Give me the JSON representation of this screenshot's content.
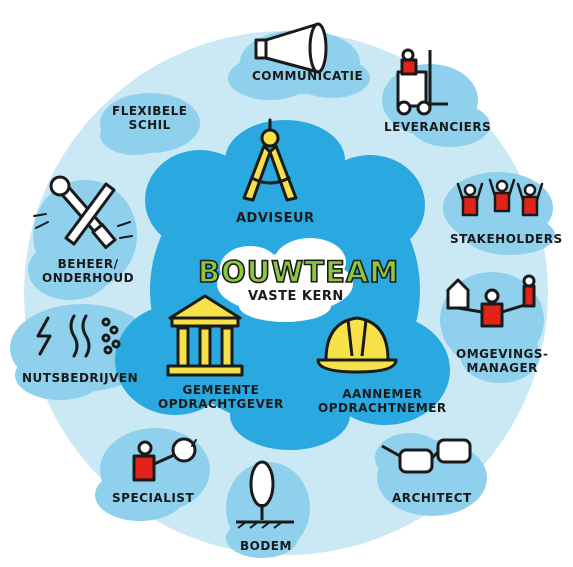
{
  "center": {
    "title": "BOUWTEAM",
    "subtitle": "VASTE KERN",
    "core": {
      "adviseur": "ADVISEUR",
      "opdrachtgever": [
        "GEMEENTE",
        "OPDRACHTGEVER"
      ],
      "opdrachtnemer": [
        "AANNEMER",
        "OPDRACHTNEMER"
      ]
    }
  },
  "ring": {
    "communicatie": "COMMUNICATIE",
    "leveranciers": "LEVERANCIERS",
    "stakeholders": "STAKEHOLDERS",
    "omgevingsmanager": [
      "OMGEVINGS-",
      "MANAGER"
    ],
    "architect": "ARCHITECT",
    "bodem": "BODEM",
    "specialist": "SPECIALIST",
    "nutsbedrijven": "NUTSBEDRIJVEN",
    "beheer": [
      "BEHEER/",
      "ONDERHOUD"
    ],
    "flexibele": [
      "FLEXIBELE",
      "SCHIL"
    ]
  },
  "colors": {
    "outer_ring": "#cbe8f5",
    "cloud": "#8fd0ec",
    "core": "#29a9df",
    "title_green": "#8dc63f",
    "accent_yellow": "#f7e14a",
    "accent_red": "#e2231a"
  },
  "icons": [
    "megaphone-icon",
    "forklift-icon",
    "people-cheering-icon",
    "manager-balance-icon",
    "glasses-icon",
    "tree-icon",
    "magnifier-person-icon",
    "utilities-icon",
    "wrench-screwdriver-icon",
    "compass-icon",
    "government-building-icon",
    "hard-hat-icon"
  ]
}
